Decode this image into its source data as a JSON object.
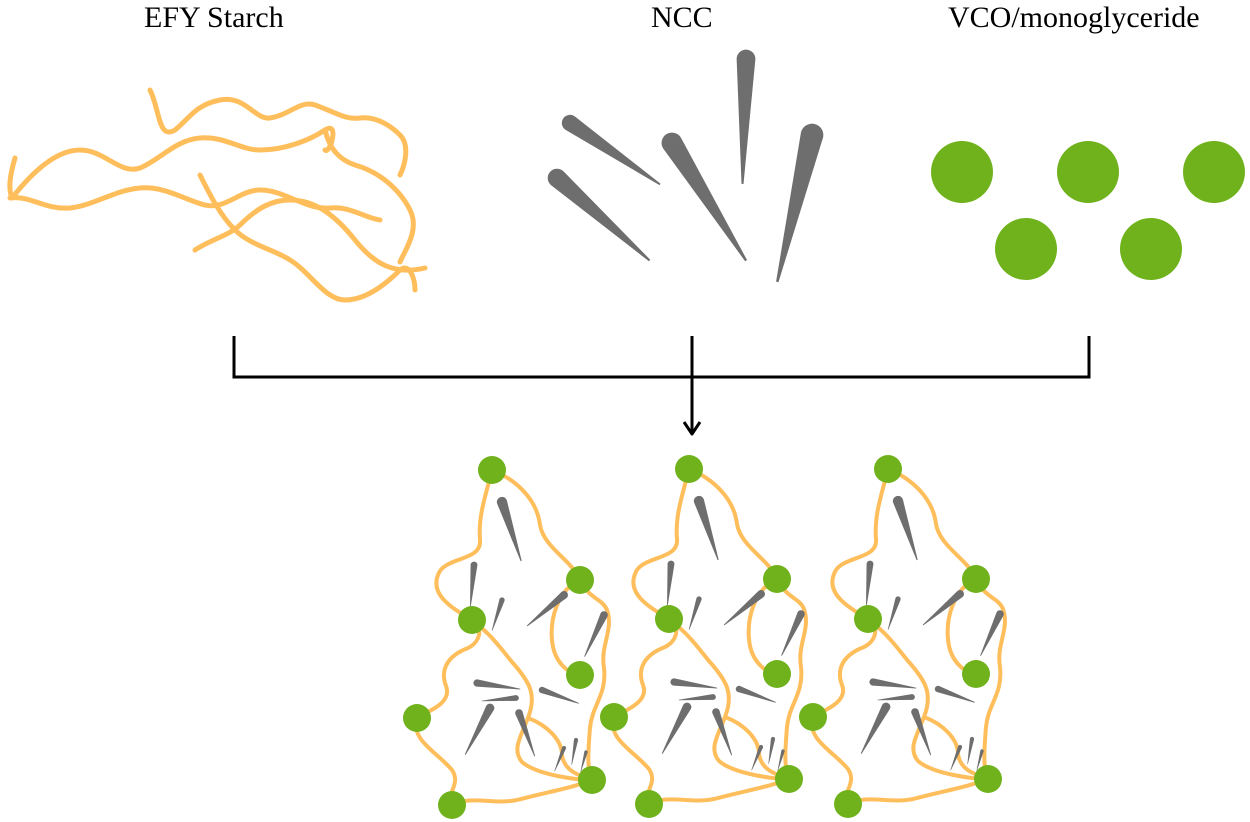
{
  "components": {
    "starch": {
      "label": "EFY Starch"
    },
    "ncc": {
      "label": "NCC"
    },
    "vco": {
      "label": "VCO/monoglyceride"
    }
  },
  "colors": {
    "starch": "#FFBE5C",
    "ncc": "#6E6E6E",
    "vco": "#6FB21C",
    "connector": "#000000"
  },
  "icons": {
    "starch": "wavy-polymer-chains",
    "ncc": "tapered-rod-crystals",
    "vco": "green-droplets",
    "product": "starch-ncc-vco-composite-network"
  },
  "product": {
    "unit_count": 3
  }
}
